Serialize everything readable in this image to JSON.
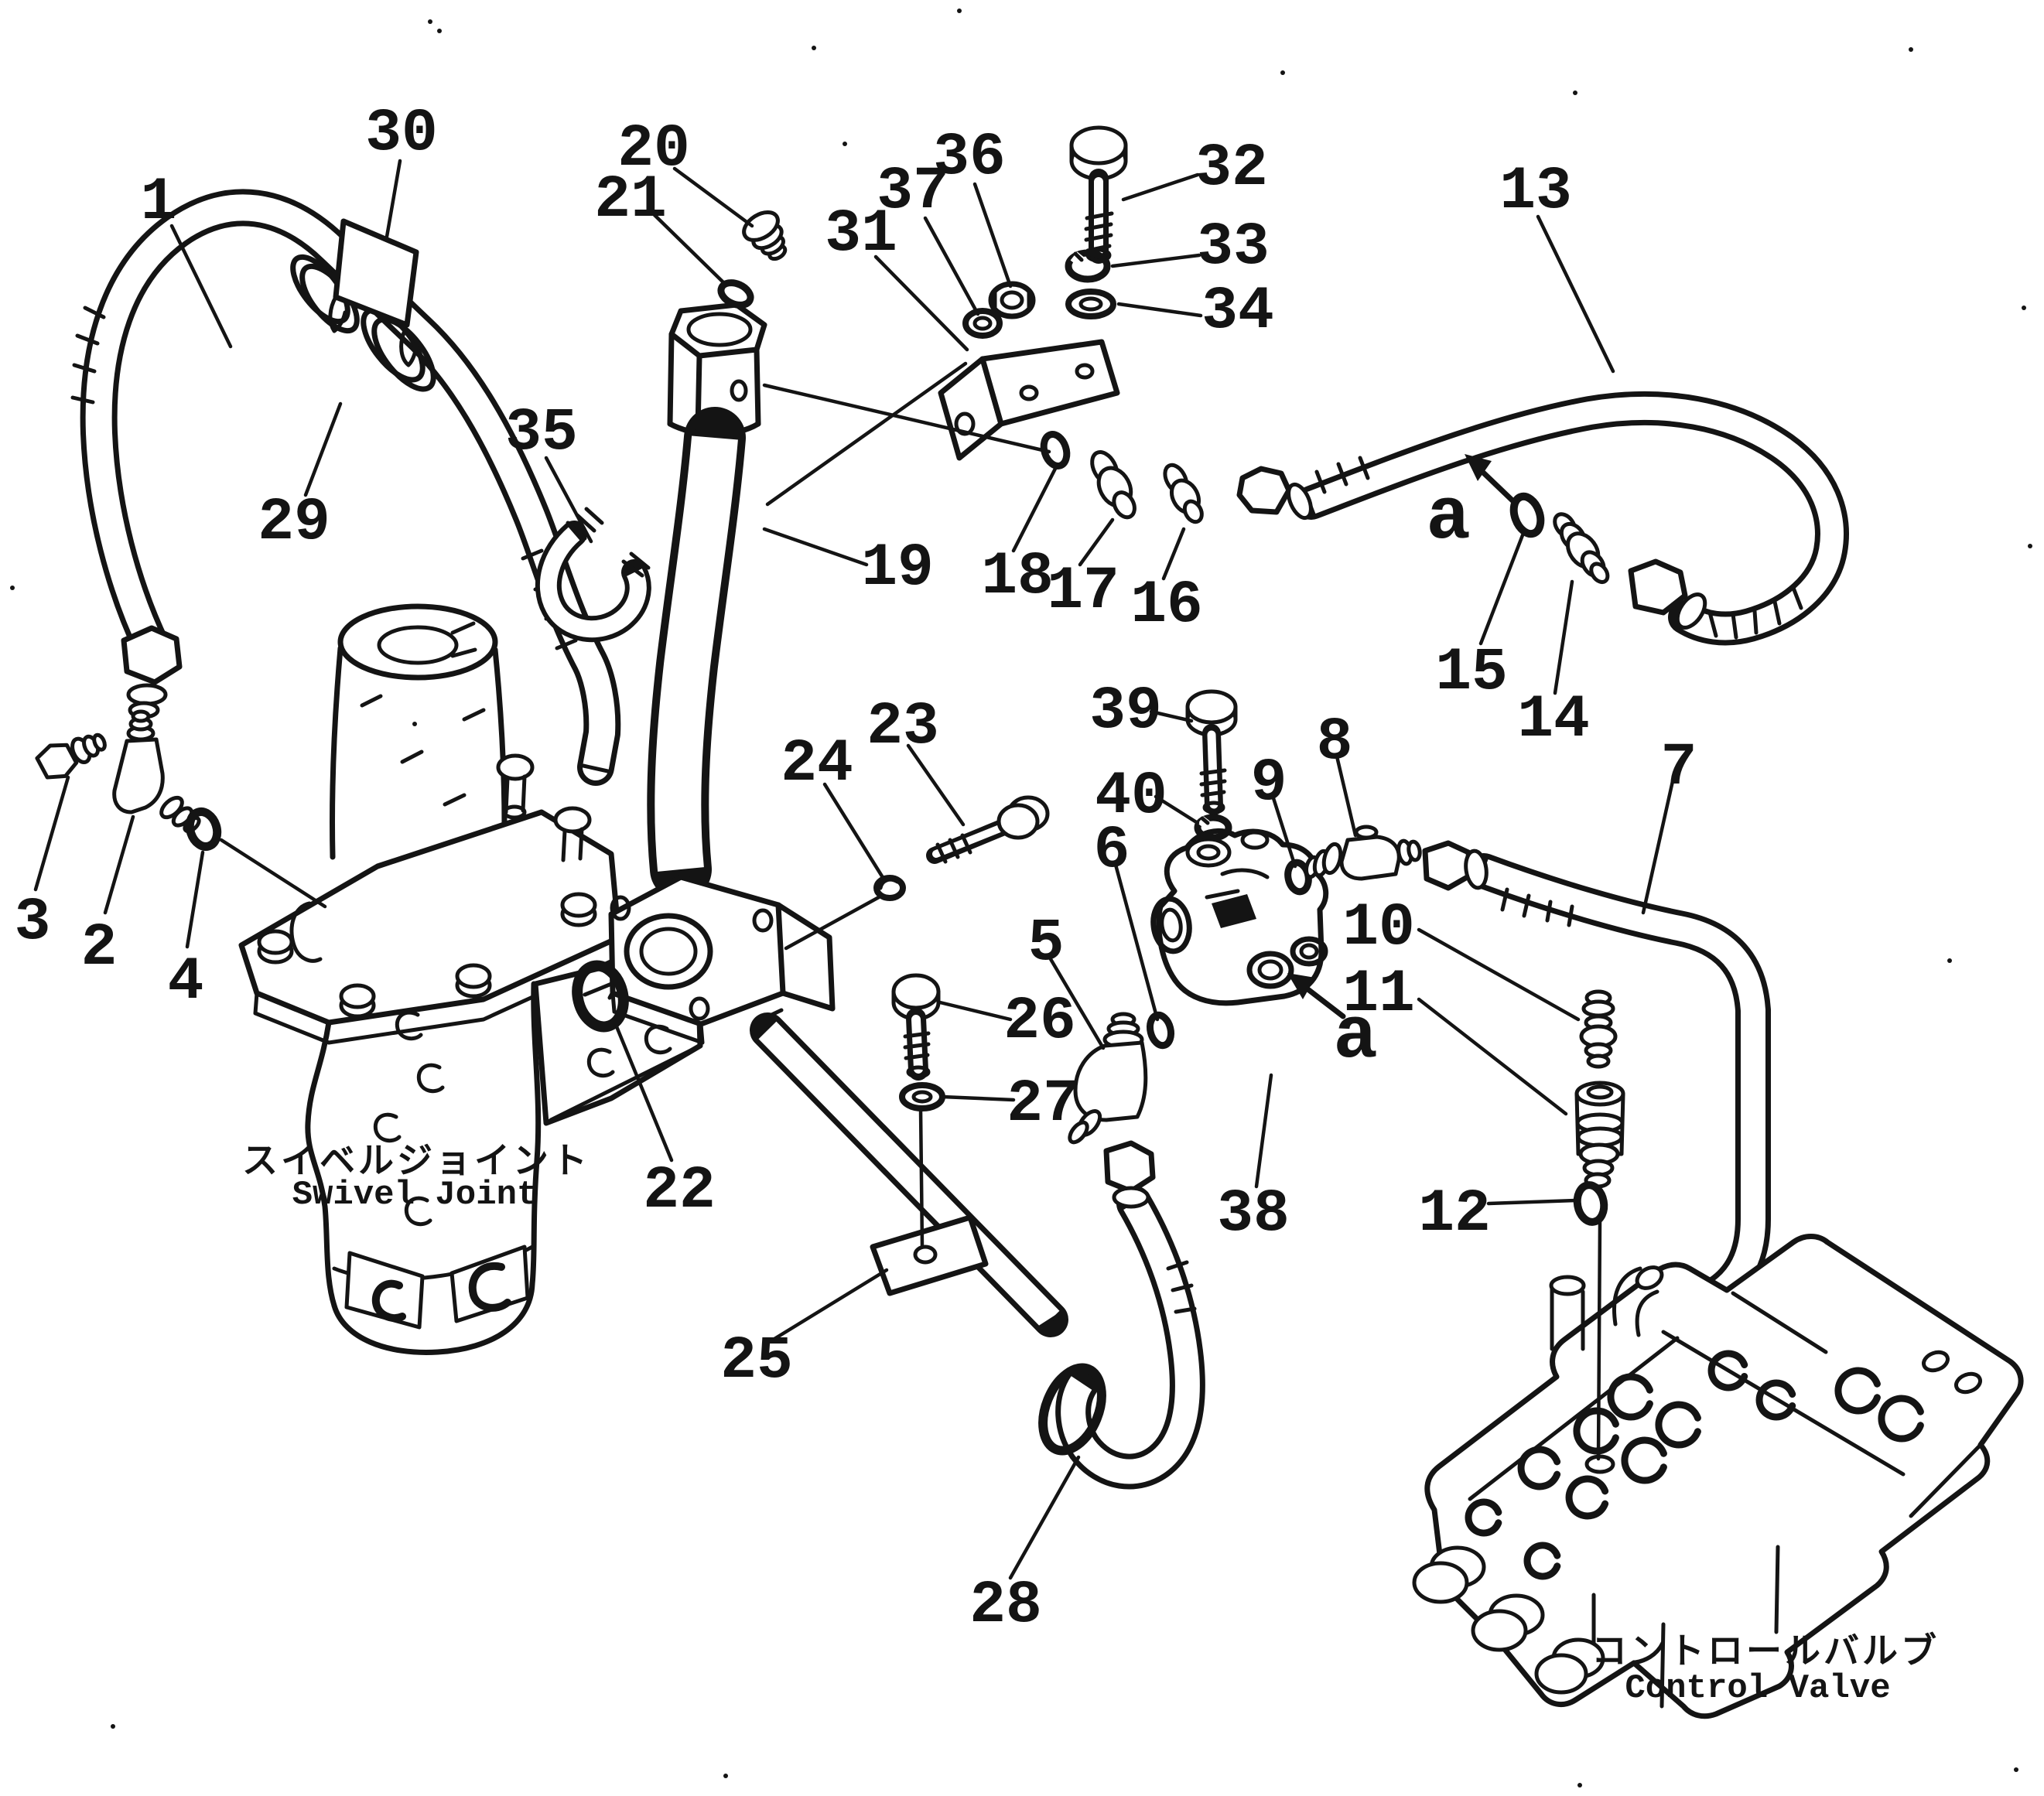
{
  "figure": {
    "type": "exploded-parts-diagram",
    "colors": {
      "ink": "#141414",
      "paper": "#ffffff"
    },
    "callouts": {
      "c1": "1",
      "c2": "2",
      "c3": "3",
      "c4": "4",
      "c5": "5",
      "c6": "6",
      "c7": "7",
      "c8": "8",
      "c9": "9",
      "c10": "10",
      "c11": "11",
      "c12": "12",
      "c13": "13",
      "c14": "14",
      "c15": "15",
      "c16": "16",
      "c17": "17",
      "c18": "18",
      "c19": "19",
      "c20": "20",
      "c21": "21",
      "c22": "22",
      "c23": "23",
      "c24": "24",
      "c25": "25",
      "c26": "26",
      "c27": "27",
      "c28": "28",
      "c29": "29",
      "c30": "30",
      "c31": "31",
      "c32": "32",
      "c33": "33",
      "c34": "34",
      "c35": "35",
      "c36": "36",
      "c37": "37",
      "c38": "38",
      "c39": "39",
      "c40": "40",
      "a_top": "a",
      "a_bottom": "a"
    },
    "captions": {
      "swivel_joint_jp": "スイベルジョイント",
      "swivel_joint_en": "Swivel Joint",
      "control_valve_jp": "コントロールバルブ",
      "control_valve_en": "Control Valve"
    }
  }
}
